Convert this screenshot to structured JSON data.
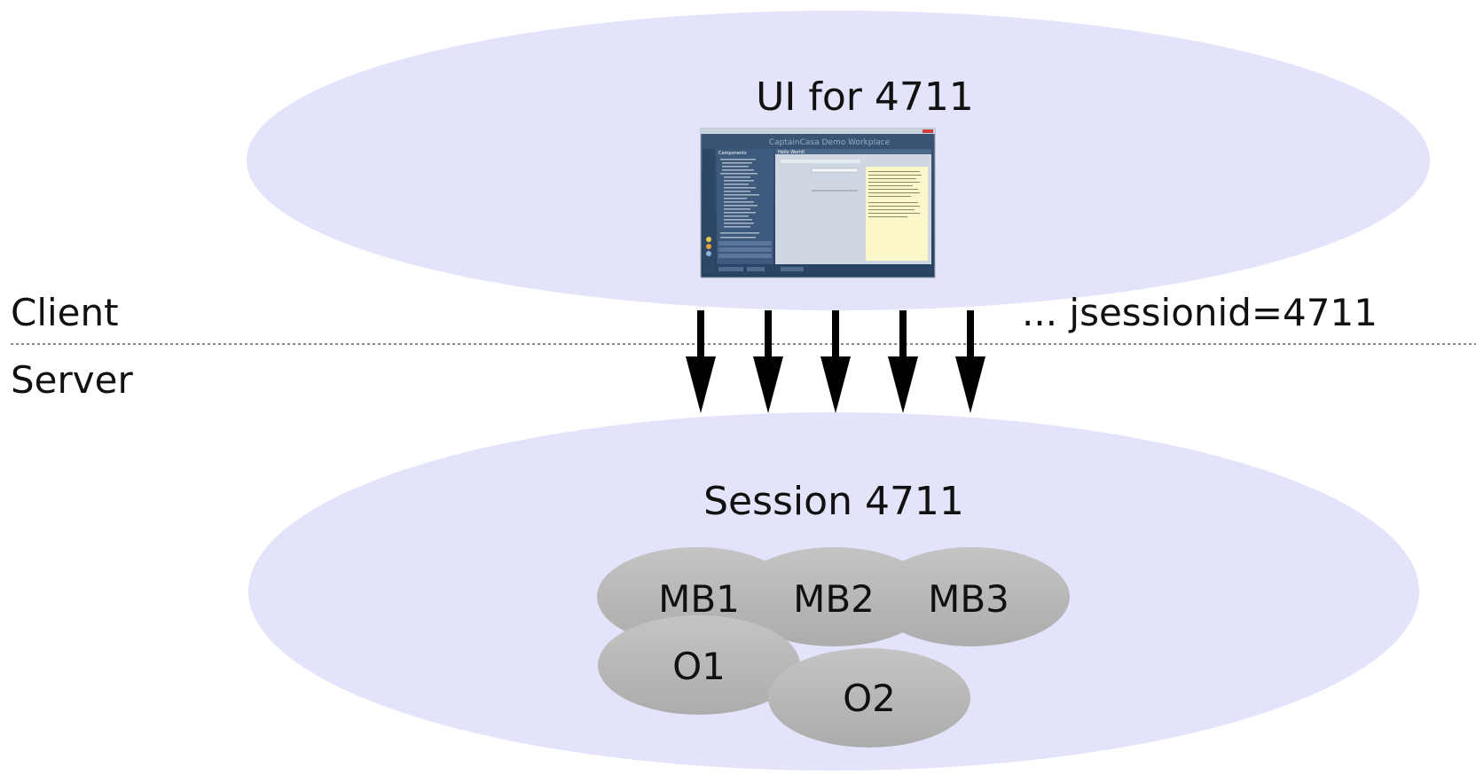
{
  "client_label": "Client",
  "server_label": "Server",
  "ui_title": "UI for 4711",
  "session_id_text": "... jsessionid=4711",
  "session_title": "Session 4711",
  "objects": [
    {
      "label": "MB1"
    },
    {
      "label": "MB2"
    },
    {
      "label": "MB3"
    },
    {
      "label": "O1"
    },
    {
      "label": "O2"
    }
  ],
  "request_arrow_count": 5,
  "screenshot": {
    "app_title": "CaptainCasa Demo Workplace",
    "panel_title": "Components",
    "content_title": "Hello World!"
  },
  "colors": {
    "ellipse_fill": "#e3e3fb",
    "object_fill": "#b9b9b9",
    "arrow": "#000000",
    "divider": "#888888"
  }
}
